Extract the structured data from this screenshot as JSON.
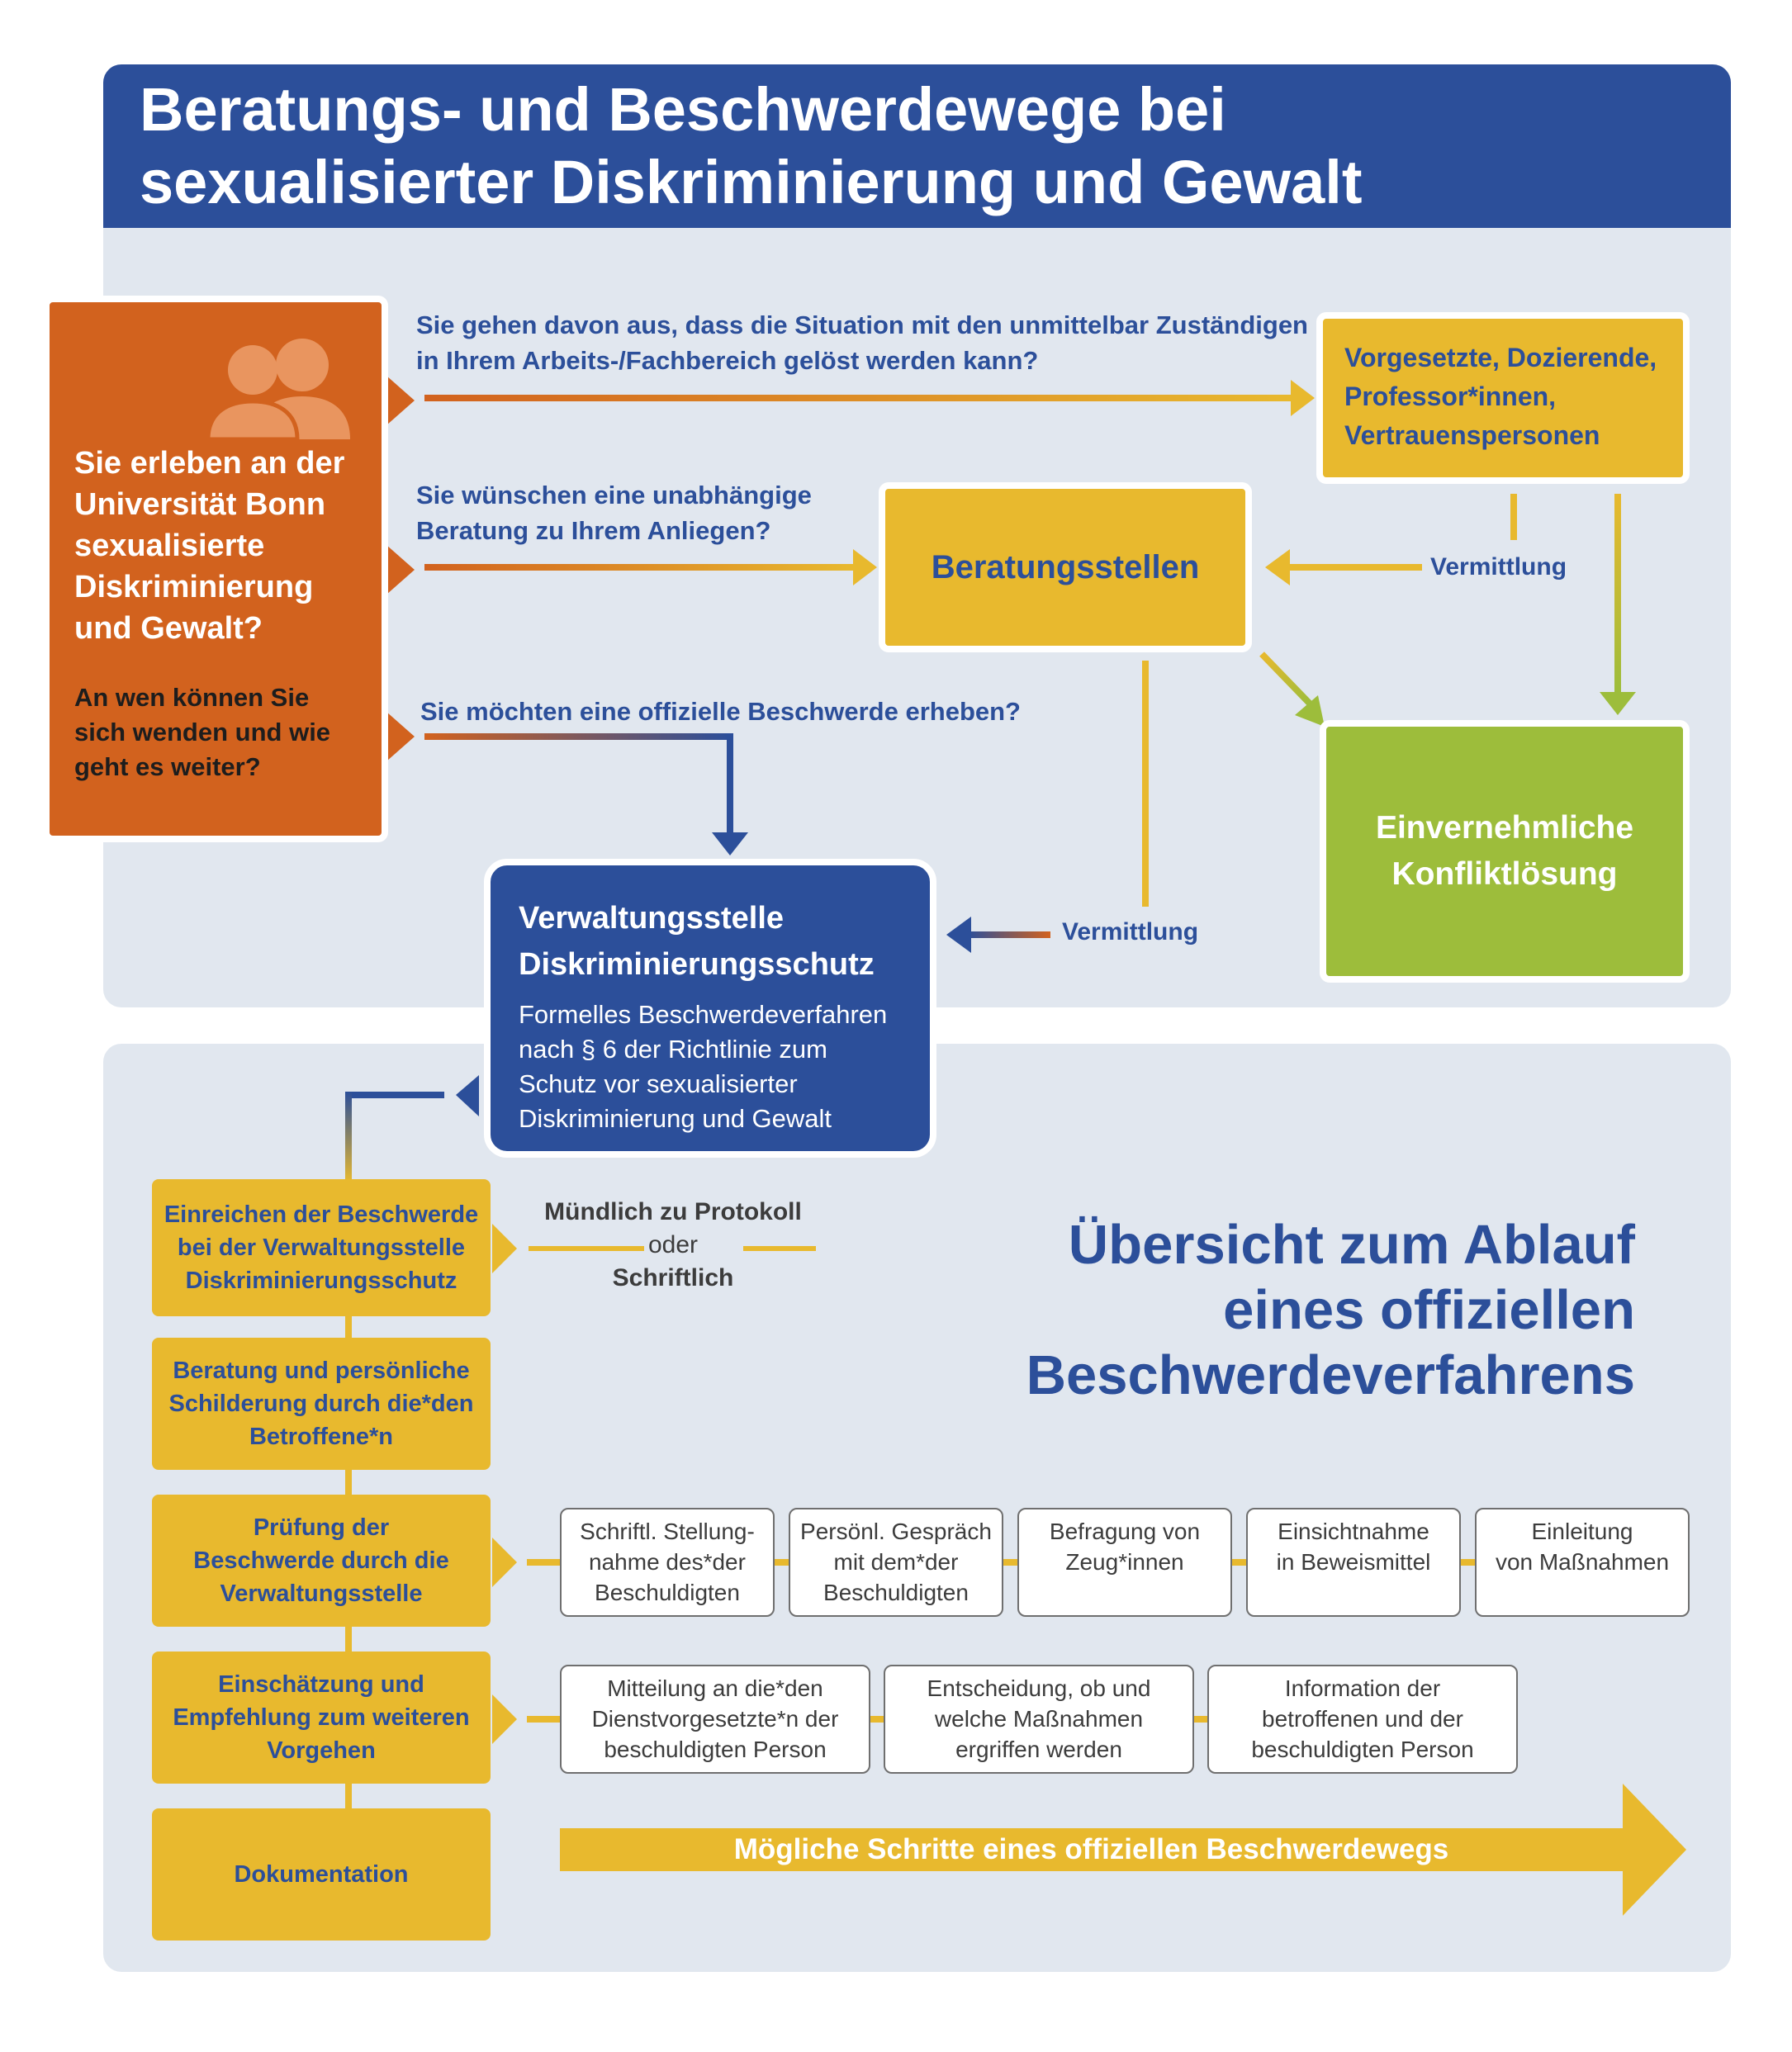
{
  "title": "Beratungs- und Beschwerdewege bei\nsexualisierter Diskriminierung und Gewalt",
  "start": {
    "question": "Sie erleben an der Universität Bonn sexualisierte Diskriminierung und Gewalt?",
    "subquestion": "An wen können Sie sich wenden und wie geht es weiter?"
  },
  "paths": {
    "q1": "Sie gehen davon aus, dass die Situation mit den unmittelbar Zuständigen\nin Ihrem Arbeits-/Fachbereich gelöst werden kann?",
    "q2": "Sie wünschen eine unabhängige\nBeratung zu Ihrem Anliegen?",
    "q3": "Sie möchten eine offizielle Beschwerde erheben?"
  },
  "nodes": {
    "vorgesetzte": "Vorgesetzte, Dozierende,\nProfessor*innen,\nVertrauenspersonen",
    "beratungsstellen": "Beratungsstellen",
    "konflikt": "Einvernehmliche\nKonfliktlösung",
    "verwaltung_title": "Verwaltungsstelle\nDiskriminierungsschutz",
    "verwaltung_desc": "Formelles Beschwerdeverfahren\nnach § 6 der Richtlinie zum\nSchutz vor sexualisierter\nDiskriminierung und Gewalt"
  },
  "labels": {
    "vermittlung_1": "Vermittlung",
    "vermittlung_2": "Vermittlung"
  },
  "overview_title": "Übersicht zum Ablauf\neines offiziellen\nBeschwerdeverfahrens",
  "steps": [
    "Einreichen der Beschwerde\nbei der Verwaltungsstelle\nDiskriminierungsschutz",
    "Beratung und persönliche\nSchilderung durch die*den\nBetroffene*n",
    "Prüfung der\nBeschwerde durch die\nVerwaltungsstelle",
    "Einschätzung und\nEmpfehlung zum weiteren\nVorgehen",
    "Dokumentation"
  ],
  "submission": {
    "mundlich": "Mündlich zu Protokoll",
    "oder": "oder",
    "schriftlich": "Schriftlich"
  },
  "pruefung_substeps": [
    "Schriftl. Stellung-\nnahme des*der\nBeschuldigten",
    "Persönl. Gespräch\nmit dem*der\nBeschuldigten",
    "Befragung von\nZeug*innen",
    "Einsichtnahme\nin Beweismittel",
    "Einleitung\nvon Maßnahmen"
  ],
  "empfehlung_substeps": [
    "Mitteilung an die*den\nDienstvorgesetzte*n der\nbeschuldigten Person",
    "Entscheidung, ob und\nwelche Maßnahmen\nergriffen werden",
    "Information der\nbetroffenen und der\nbeschuldigten Person"
  ],
  "big_arrow_label": "Mögliche Schritte eines offiziellen Beschwerdewegs",
  "colors": {
    "blue": "#2c4f9a",
    "orange": "#d2621e",
    "yellow": "#e8b92e",
    "green": "#9dbd3b",
    "panel": "#e1e7ef"
  }
}
